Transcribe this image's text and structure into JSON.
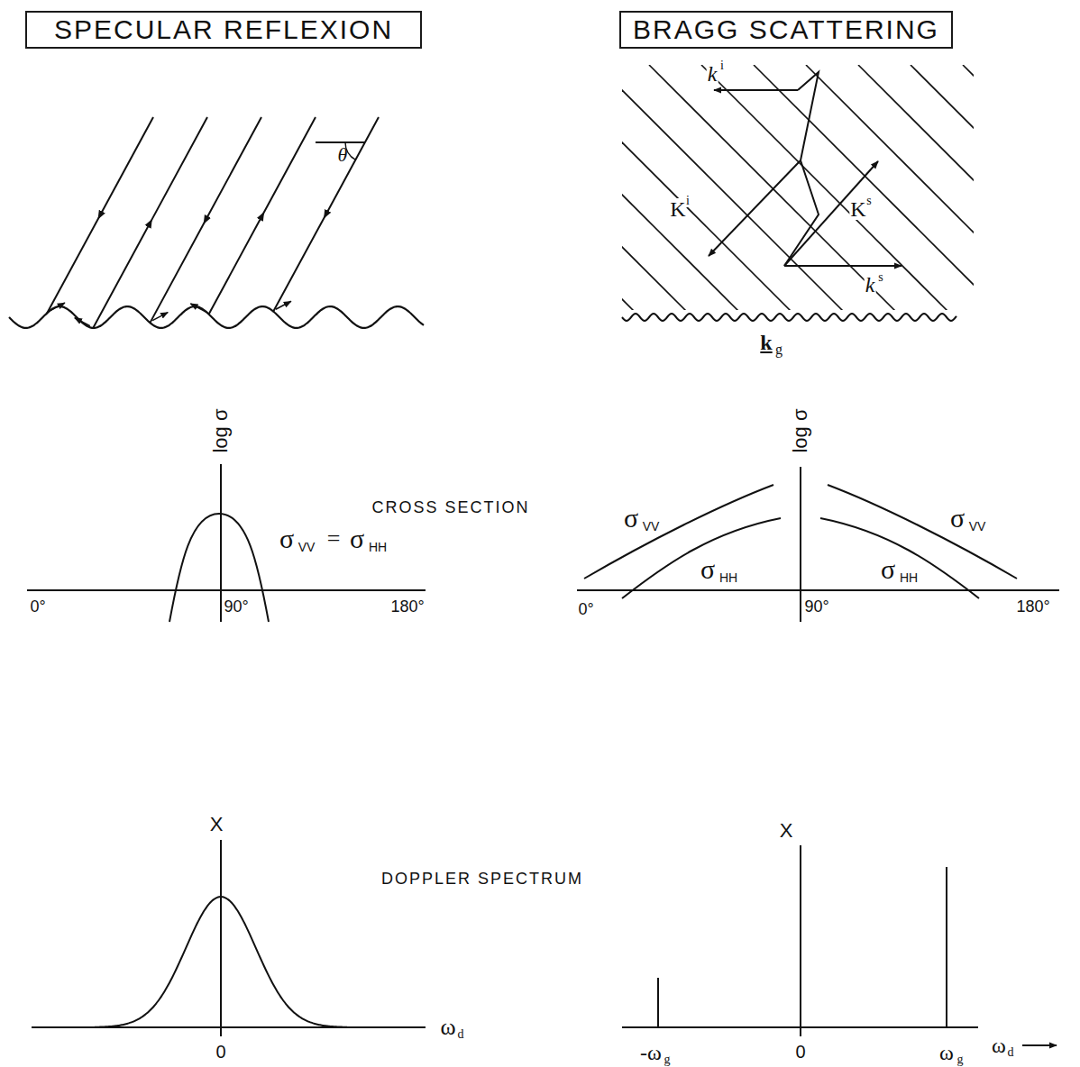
{
  "diagram": {
    "nodes": [
      {
        "text": [
          "SPECULAR REFLEXION"
        ]
      },
      {
        "text": [
          "BRAGG SCATTERING"
        ]
      }
    ],
    "labels": [
      "θ",
      "k",
      "i",
      "K",
      "i",
      "K",
      "s",
      "k",
      "s",
      "k",
      "g",
      "log σ",
      "CROSS SECTION",
      "σ",
      "VV",
      "=",
      "σ",
      "HH",
      "0°",
      "90°",
      "180°",
      "log σ",
      "σ",
      "VV",
      "σ",
      "HH",
      "σ",
      "VV",
      "σ",
      "HH",
      "0°",
      "90°",
      "180°",
      "X",
      "DOPPLER SPECTRUM",
      "0",
      "ω",
      "d",
      "X",
      "-ω",
      "g",
      "0",
      "ω",
      "g",
      "ω",
      "d"
    ]
  }
}
